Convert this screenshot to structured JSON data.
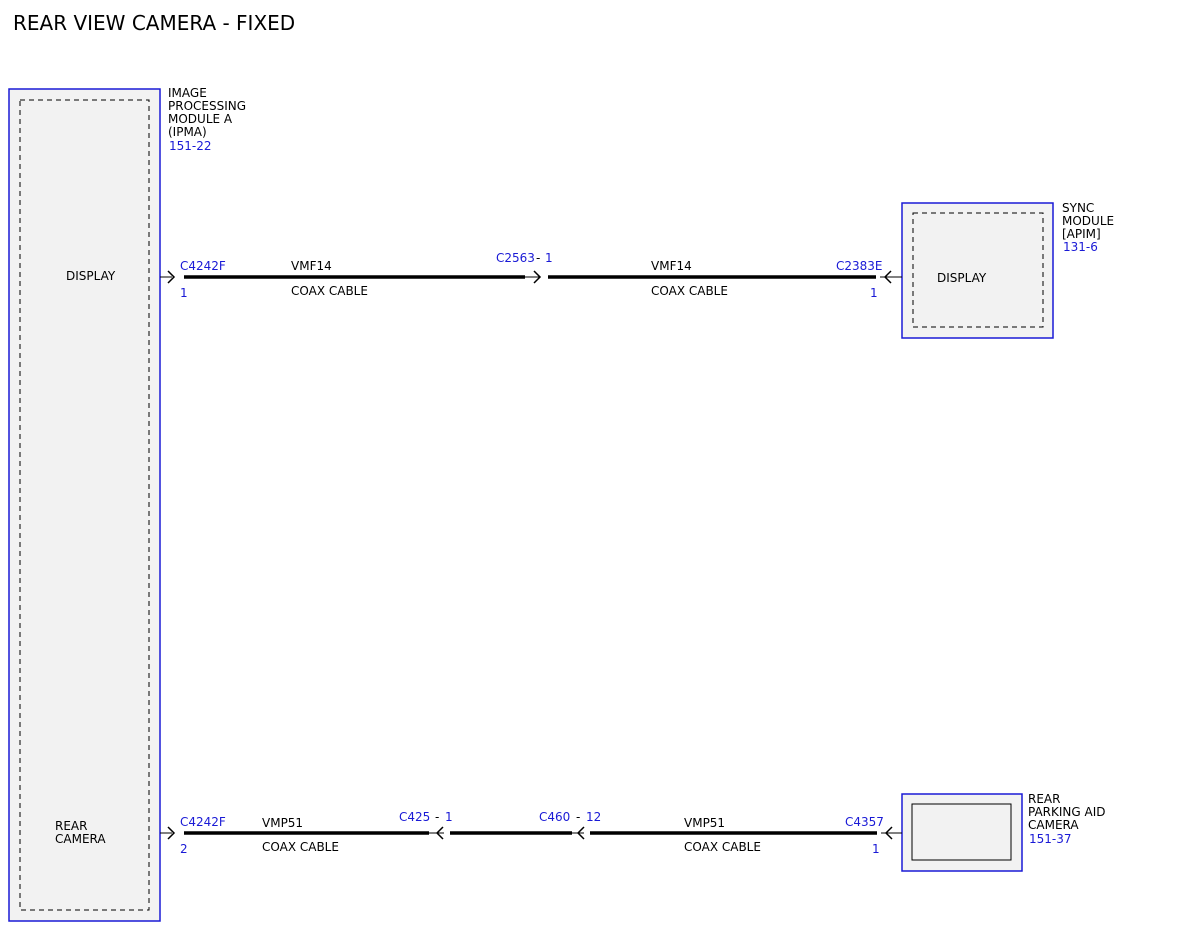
{
  "title": "REAR VIEW CAMERA - FIXED",
  "colors": {
    "module_border": "#1a1ad6",
    "module_fill": "#f2f2f2",
    "wire": "#000000",
    "ref_text": "#1a1ad6"
  },
  "modules": {
    "ipma": {
      "name_lines": [
        "IMAGE",
        "PROCESSING",
        "MODULE A",
        "(IPMA)"
      ],
      "ref": "151-22",
      "pin_display": "DISPLAY",
      "pin_rear_camera_lines": [
        "REAR",
        "CAMERA"
      ]
    },
    "sync": {
      "name_lines": [
        "SYNC",
        "MODULE",
        "[APIM]"
      ],
      "ref": "131-6",
      "pin_display": "DISPLAY"
    },
    "camera": {
      "name_lines": [
        "REAR",
        "PARKING AID",
        "CAMERA"
      ],
      "ref": "151-37"
    }
  },
  "circuits": {
    "top": {
      "left_connector": "C4242F",
      "left_pin": "1",
      "mid_connector": "C2563",
      "mid_sep": "-",
      "mid_pin": "1",
      "right_connector": "C2383E",
      "right_pin": "1",
      "seg1_circuit": "VMF14",
      "seg1_cable": "COAX CABLE",
      "seg2_circuit": "VMF14",
      "seg2_cable": "COAX CABLE"
    },
    "bottom": {
      "left_connector": "C4242F",
      "left_pin": "2",
      "mid1_connector": "C425",
      "mid1_sep": "-",
      "mid1_pin": "1",
      "mid2_connector": "C460",
      "mid2_sep": "-",
      "mid2_pin": "12",
      "right_connector": "C4357",
      "right_pin": "1",
      "seg1_circuit": "VMP51",
      "seg1_cable": "COAX CABLE",
      "seg2_circuit": "VMP51",
      "seg2_cable": "COAX CABLE"
    }
  }
}
